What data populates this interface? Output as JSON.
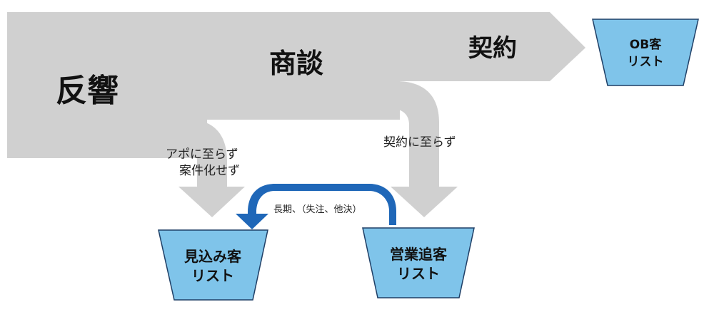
{
  "stages": {
    "response": "反響",
    "negotiation": "商談",
    "contract": "契約"
  },
  "flow_notes": {
    "no_appointment_line1": "アポに至らず",
    "no_appointment_line2": "案件化せず",
    "no_contract": "契約に至らず",
    "long_term": "長期、（失注、他決）"
  },
  "buckets": {
    "ob": {
      "line1": "OB客",
      "line2": "リスト"
    },
    "prospect": {
      "line1": "見込み客",
      "line2": "リスト"
    },
    "followup": {
      "line1": "営業追客",
      "line2": "リスト"
    }
  },
  "colors": {
    "flow": "#d0d0d0",
    "bucket_fill": "#7fc4ea",
    "bucket_stroke": "#1f3f66",
    "return_arrow": "#1f67b8"
  }
}
